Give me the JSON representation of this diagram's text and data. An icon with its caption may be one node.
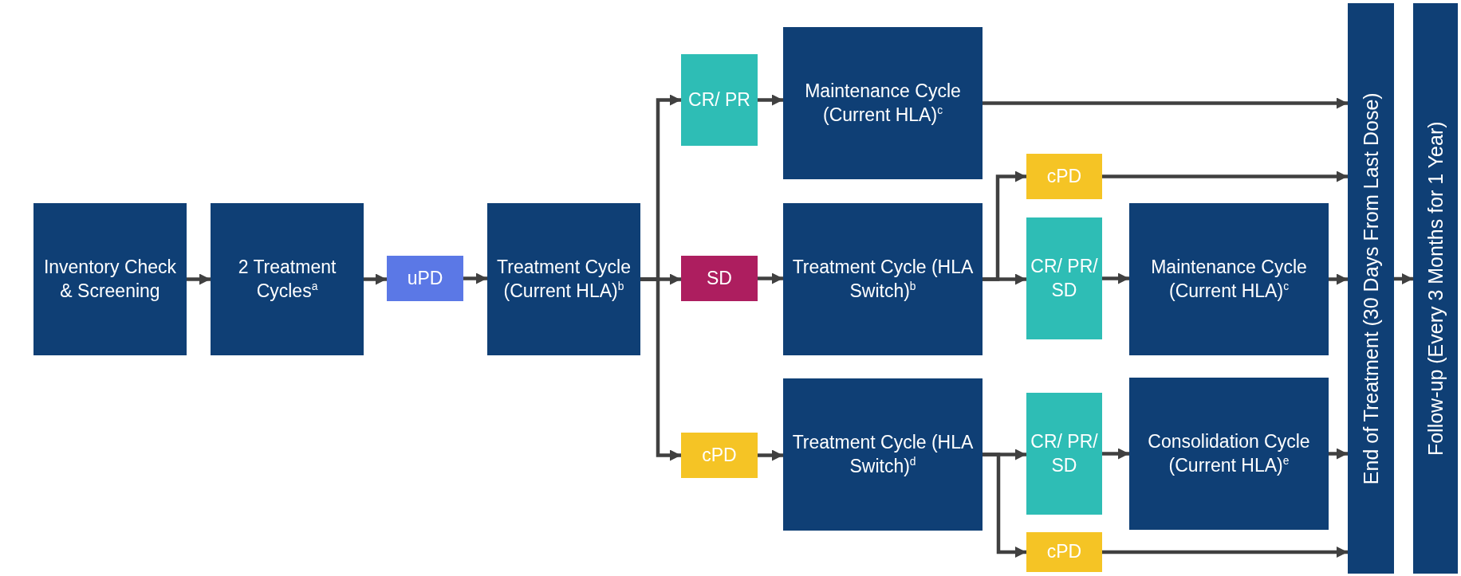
{
  "diagram": {
    "nodes": [
      {
        "text": [
          "Inventory Check & Screening"
        ]
      },
      {
        "text": [
          "2 Treatment Cycles$^{a}$"
        ]
      },
      {
        "text": [
          "uPD"
        ]
      },
      {
        "text": [
          "Treatment Cycle (Current HLA)$^{b}$"
        ]
      },
      {
        "text": [
          "CR/ PR"
        ]
      },
      {
        "text": [
          "SD"
        ]
      },
      {
        "text": [
          "cPD"
        ]
      },
      {
        "text": [
          "Maintenance Cycle (Current HLA)$^{c}$"
        ]
      },
      {
        "text": [
          "Treatment Cycle (HLA Switch)$^{b}$"
        ]
      },
      {
        "text": [
          "Treatment Cycle (HLA Switch)$^{d}$"
        ]
      },
      {
        "text": [
          "cPD"
        ]
      },
      {
        "text": [
          "CR/ PR/ SD"
        ]
      },
      {
        "text": [
          "CR/ PR/ SD"
        ]
      },
      {
        "text": [
          "cPD"
        ]
      },
      {
        "text": [
          "Maintenance Cycle (Current HLA)$^{c}$"
        ]
      },
      {
        "text": [
          "Consolidation Cycle (Current HLA)$^{e}$"
        ]
      },
      {
        "text": [
          "End of Treatment (30 Days From Last Dose)"
        ]
      },
      {
        "text": [
          "Follow-up (Every 3 Months for 1 Year)"
        ]
      }
    ],
    "edges": [
      {
        "from": 0,
        "to": 1,
        "arrow": "to"
      },
      {
        "from": 1,
        "to": 2,
        "arrow": "to"
      },
      {
        "from": 2,
        "to": 3,
        "arrow": "to"
      },
      {
        "from": 3,
        "to": 4,
        "arrow": "to"
      },
      {
        "from": 3,
        "to": 5,
        "arrow": "to"
      },
      {
        "from": 3,
        "to": 6,
        "arrow": "to"
      },
      {
        "from": 4,
        "to": 7,
        "arrow": "to"
      },
      {
        "from": 5,
        "to": 8,
        "arrow": "to"
      },
      {
        "from": 6,
        "to": 9,
        "arrow": "to"
      },
      {
        "from": 8,
        "to": 10,
        "arrow": "to"
      },
      {
        "from": 8,
        "to": 11,
        "arrow": "to"
      },
      {
        "from": 9,
        "to": 12,
        "arrow": "to"
      },
      {
        "from": 9,
        "to": 13,
        "arrow": "to"
      },
      {
        "from": 11,
        "to": 14,
        "arrow": "to"
      },
      {
        "from": 12,
        "to": 15,
        "arrow": "to"
      },
      {
        "from": 7,
        "to": 16,
        "arrow": "to"
      },
      {
        "from": 10,
        "to": 16,
        "arrow": "to"
      },
      {
        "from": 14,
        "to": 16,
        "arrow": "to"
      },
      {
        "from": 15,
        "to": 16,
        "arrow": "to"
      },
      {
        "from": 13,
        "to": 16,
        "arrow": "to"
      },
      {
        "from": 16,
        "to": 17,
        "arrow": "to"
      }
    ]
  }
}
